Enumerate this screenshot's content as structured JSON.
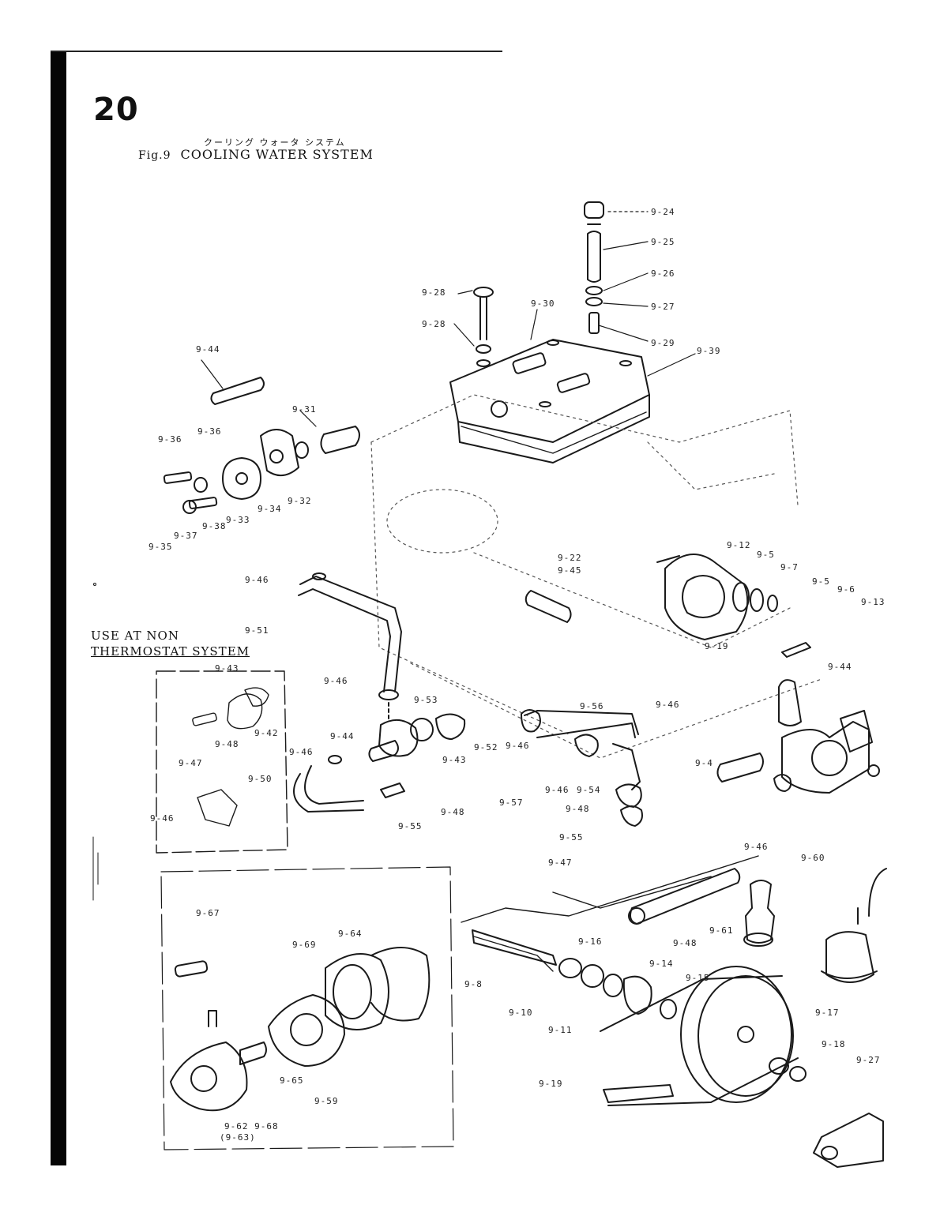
{
  "page_number": "20",
  "title_jp": "クーリング ウォータ システム",
  "title_prefix": "Fig.9",
  "title": "COOLING WATER SYSTEM",
  "note": {
    "line1": "USE AT NON",
    "line2": "THERMOSTAT SYSTEM"
  },
  "labels": {
    "l9_24": "9-24",
    "l9_25": "9-25",
    "l9_26": "9-26",
    "l9_27": "9-27",
    "l9_28a": "9-28",
    "l9_28b": "9-28",
    "l9_30": "9-30",
    "l9_29": "9-29",
    "l9_39": "9-39",
    "l9_44a": "9-44",
    "l9_31": "9-31",
    "l9_36a": "9-36",
    "l9_36b": "9-36",
    "l9_32": "9-32",
    "l9_34": "9-34",
    "l9_33": "9-33",
    "l9_38": "9-38",
    "l9_37": "9-37",
    "l9_35": "9-35",
    "l9_22": "9-22",
    "l9_45": "9-45",
    "l9_12": "9-12",
    "l9_5a": "9-5",
    "l9_7": "9-7",
    "l9_5b": "9-5",
    "l9_6": "9-6",
    "l9_13": "9-13",
    "l9_19": "9-19",
    "l9_46a": "9-46",
    "l9_51": "9-51",
    "l9_43a": "9-43",
    "l9_42": "9-42",
    "l9_48a": "9-48",
    "l9_47": "9-47",
    "l9_46b": "9-46",
    "l9_50": "9-50",
    "l9_46c": "9-46",
    "l9_46d": "9-46",
    "l9_53": "9-53",
    "l9_44b": "9-44",
    "l9_43b": "9-43",
    "l9_52": "9-52",
    "l9_46e": "9-46",
    "l9_56": "9-56",
    "l9_46f": "9-46",
    "l9_44c": "9-44",
    "l9_4": "9-4",
    "l9_57": "9-57",
    "l9_55": "9-55",
    "l9_48b": "9-48",
    "l9_46g": "9-46",
    "l9_54": "9-54",
    "l9_48c": "9-48",
    "l9_55b": "9-55",
    "l9_47b": "9-47",
    "l9_46h": "9-46",
    "l9_60": "9-60",
    "l9_16": "9-16",
    "l9_48d": "9-48",
    "l9_61": "9-61",
    "l9_14": "9-14",
    "l9_15": "9-15",
    "l9_8": "9-8",
    "l9_10": "9-10",
    "l9_11": "9-11",
    "l9_17": "9-17",
    "l9_18": "9-18",
    "l9_27b": "9-27",
    "l9_19b": "9-19",
    "l9_67": "9-67",
    "l9_69": "9-69",
    "l9_64": "9-64",
    "l9_65": "9-65",
    "l9_59": "9-59",
    "l9_62_68": "9-62 9-68",
    "l9_63": "(9-63)"
  }
}
